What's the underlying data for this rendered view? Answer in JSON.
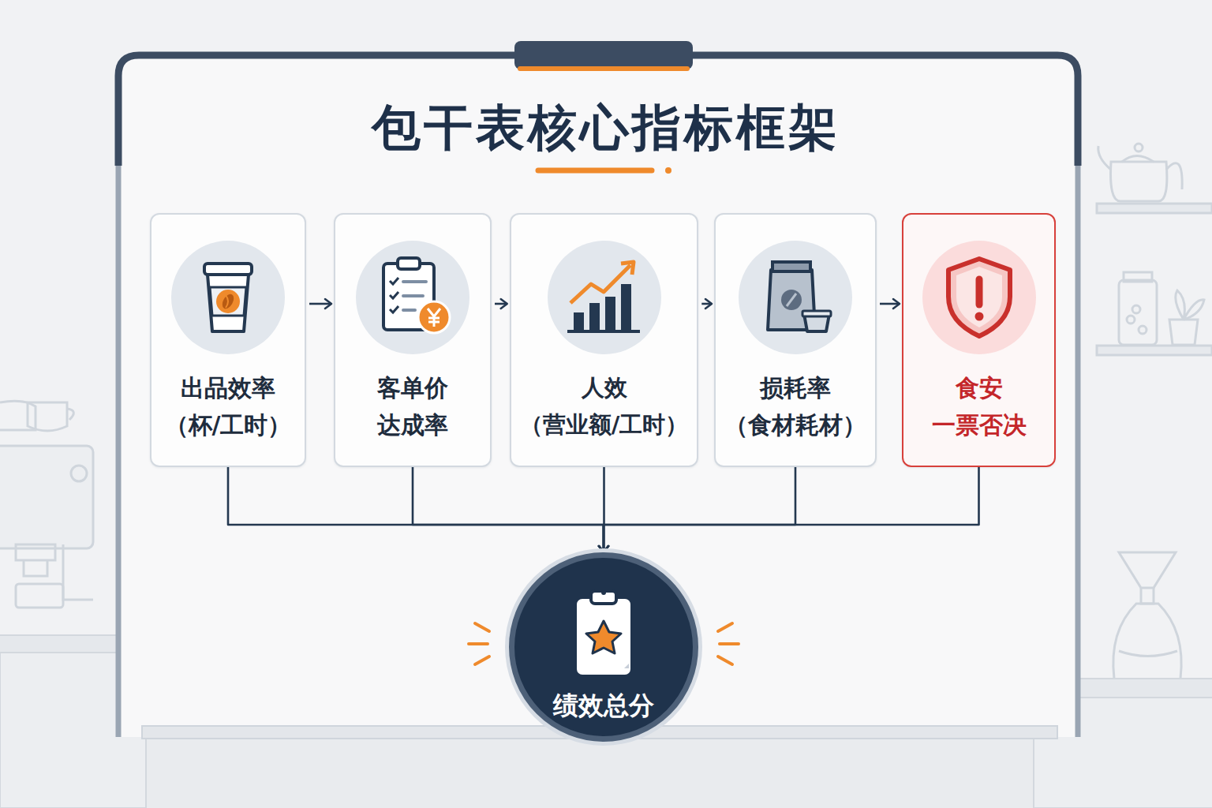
{
  "diagram": {
    "title": "包干表核心指标框架",
    "nodes": [
      {
        "text": [
          "出品效率",
          "（杯/工时）"
        ]
      },
      {
        "text": [
          "客单价 达成率"
        ]
      },
      {
        "text": [
          "人效",
          "（营业额/工时）"
        ]
      },
      {
        "text": [
          "损耗率",
          "（食材耗材）"
        ]
      },
      {
        "text": [
          "食安 一票否决"
        ]
      },
      {
        "text": [
          "绩效总分"
        ]
      }
    ],
    "edges": [
      {
        "from": 0,
        "to": 1,
        "arrow": "to"
      },
      {
        "from": 1,
        "to": 2,
        "arrow": "to"
      },
      {
        "from": 2,
        "to": 3,
        "arrow": "to"
      },
      {
        "from": 3,
        "to": 4,
        "arrow": "to"
      },
      {
        "from": 0,
        "to": 5,
        "arrow": "to"
      },
      {
        "from": 1,
        "to": 5,
        "arrow": "to"
      },
      {
        "from": 2,
        "to": 5,
        "arrow": "to"
      },
      {
        "from": 3,
        "to": 5,
        "arrow": "to"
      },
      {
        "from": 4,
        "to": 5,
        "arrow": "to"
      }
    ]
  }
}
